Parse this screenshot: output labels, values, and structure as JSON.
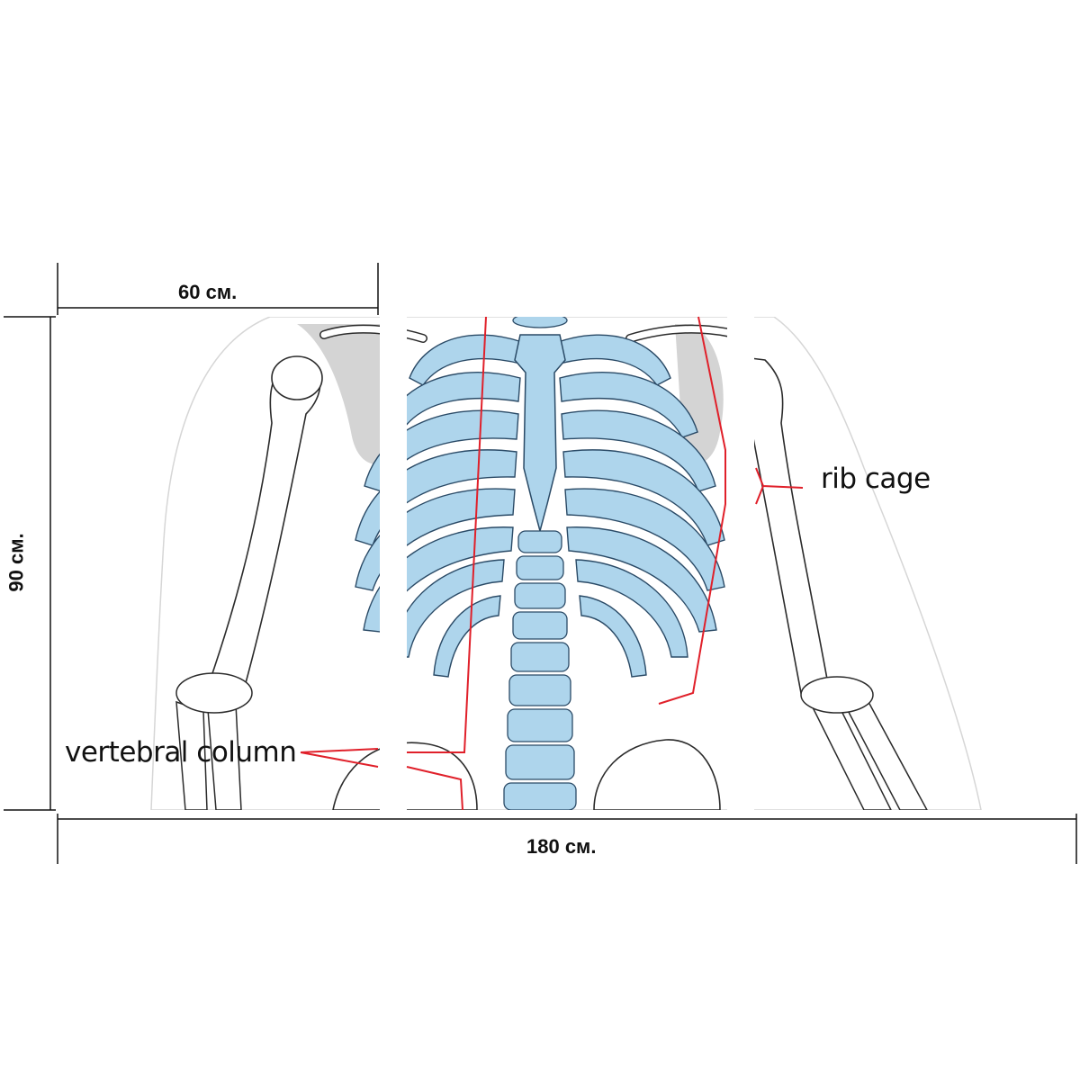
{
  "dimensions": {
    "panel_width": "60 см.",
    "total_width": "180 см.",
    "height": "90 см."
  },
  "labels": {
    "rib_cage": "rib cage",
    "vertebral_column": "vertebral column"
  },
  "panels": [
    "left-panel",
    "center-panel",
    "right-panel"
  ],
  "colors": {
    "bone_highlight": "#aed5ec",
    "bone_outline": "#2a4a66",
    "bone_plain": "#ffffff",
    "bone_shadow": "#d2d2d2",
    "leader_line": "#e0202a",
    "dimension_line": "#111111"
  }
}
